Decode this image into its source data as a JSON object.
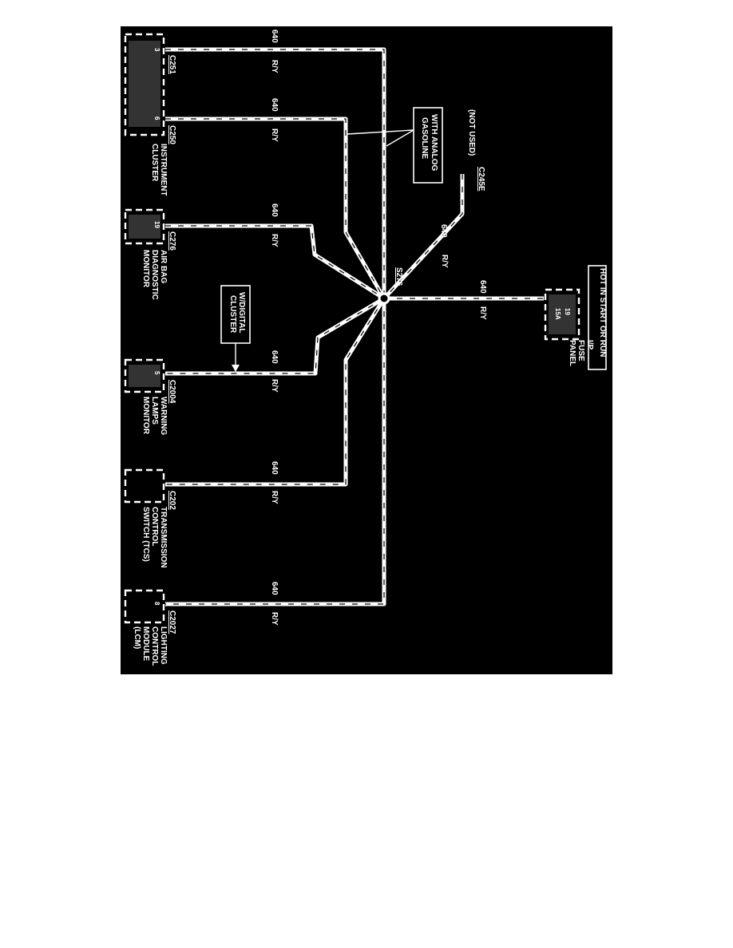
{
  "diagram": {
    "hot_label": "HOT IN START OR RUN",
    "fuse_panel": {
      "fuse_number": "19",
      "fuse_rating": "15A",
      "name_lines": [
        "I/P",
        "FUSE",
        "PANEL"
      ]
    },
    "splice": "S276",
    "circuit": "640",
    "wire_color": "R/Y",
    "not_used_connector": "C245E",
    "not_used_label": "(NOT USED)",
    "callouts": {
      "analog": [
        "WITH ANALOG",
        "GASOLINE"
      ],
      "digital": [
        "W/DIGITAL",
        "CLUSTER"
      ]
    },
    "components": [
      {
        "connector": "C251",
        "pin": "3",
        "name_lines": []
      },
      {
        "connector": "C250",
        "pin": "6",
        "name_lines": [
          "INSTRUMENT",
          "CLUSTER"
        ]
      },
      {
        "connector": "C276",
        "pin": "19",
        "name_lines": [
          "AIR BAG",
          "DIAGNOSTIC",
          "MONITOR"
        ]
      },
      {
        "connector": "C2004",
        "pin": "5",
        "name_lines": [
          "WARNING",
          "LAMPS",
          "MONITOR"
        ]
      },
      {
        "connector": "C202",
        "pin": "",
        "name_lines": [
          "TRANSMISSION",
          "CONTROL",
          "SWITCH (TCS)"
        ]
      },
      {
        "connector": "C2027",
        "pin": "8",
        "name_lines": [
          "LIGHTING",
          "CONTROL",
          "MODULE",
          "(LCM)"
        ]
      }
    ]
  }
}
